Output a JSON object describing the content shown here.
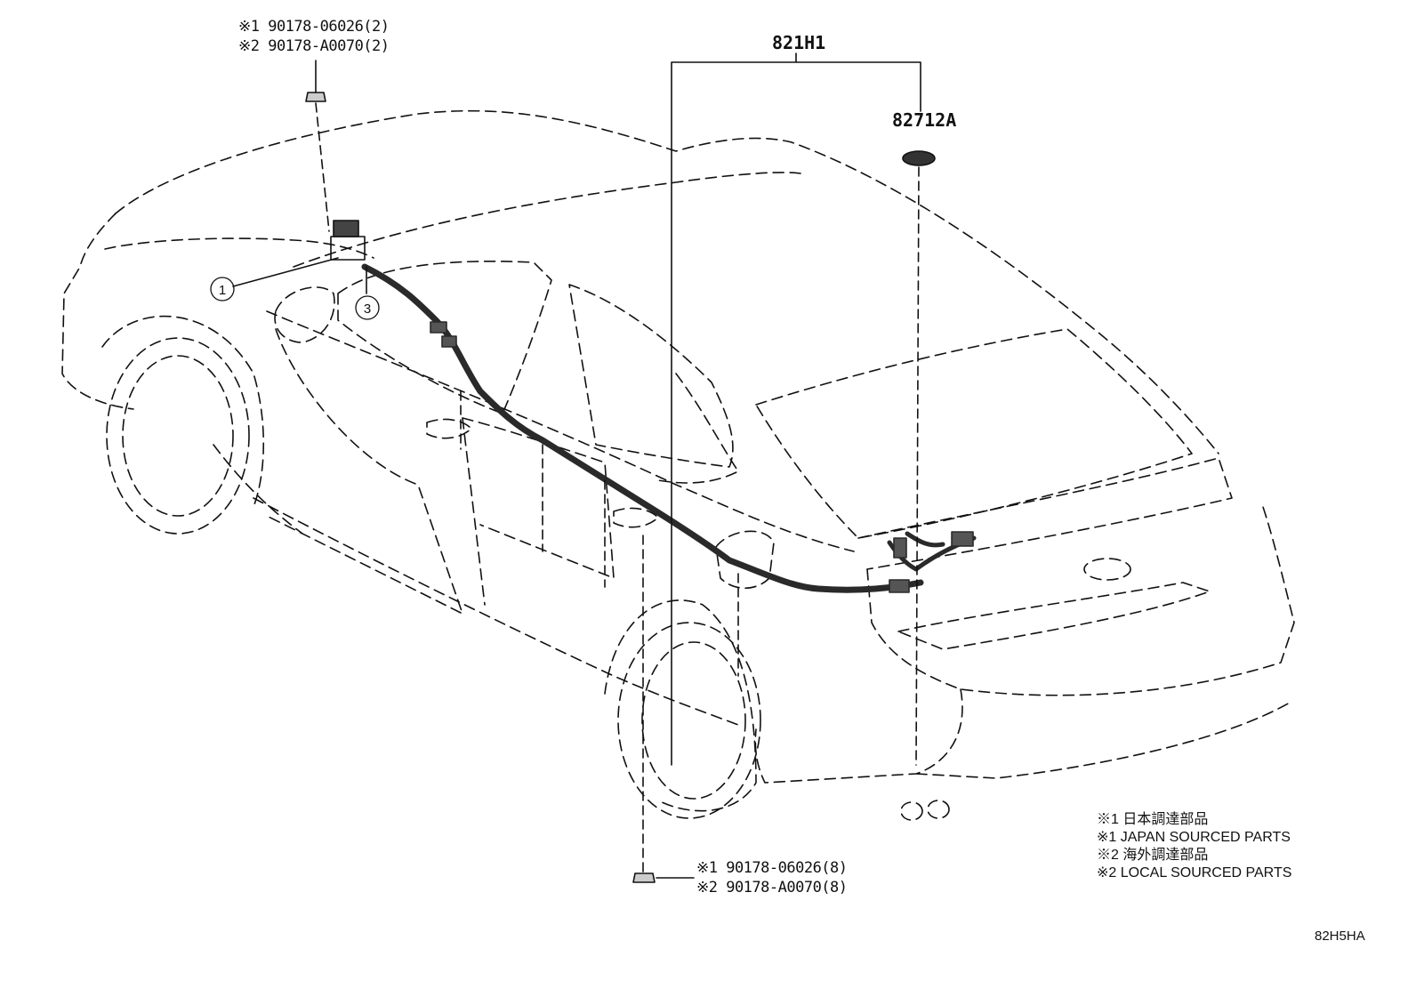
{
  "callouts": {
    "top_left_bolt": {
      "line1": "※1 90178-06026(2)",
      "line2": "※2 90178-A0070(2)"
    },
    "bottom_bolt": {
      "line1": "※1 90178-06026(8)",
      "line2": "※2 90178-A0070(8)"
    },
    "harness_assembly": "821H1",
    "grommet": "82712A"
  },
  "item_refs": {
    "ref1": "1",
    "ref3": "3"
  },
  "notes": [
    "※1 日本調達部品",
    "※1 JAPAN SOURCED PARTS",
    "※2 海外調達部品",
    "※2 LOCAL SOURCED PARTS"
  ],
  "illustration_code": "82H5HA",
  "colors": {
    "line": "#111111",
    "background": "#ffffff",
    "harness": "#2a2a2a"
  }
}
